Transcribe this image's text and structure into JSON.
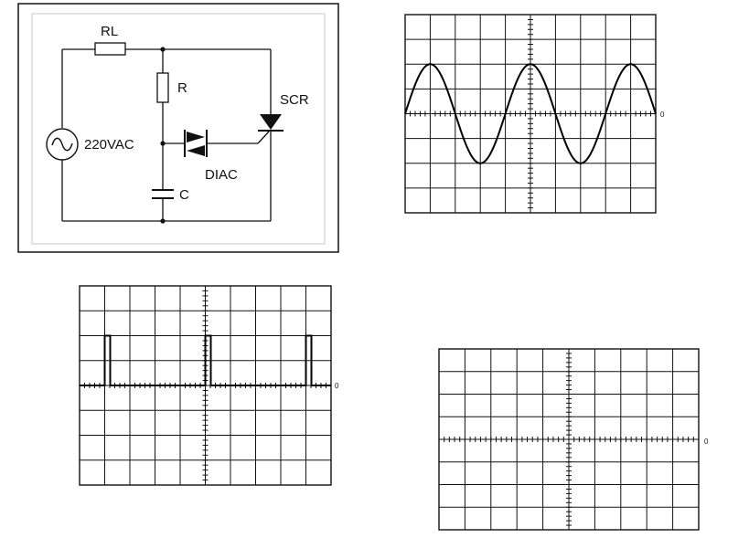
{
  "circuit": {
    "labels": {
      "rl": "RL",
      "r": "R",
      "scr": "SCR",
      "source": "220VAC",
      "diac": "DIAC",
      "c": "C"
    }
  },
  "scopes": {
    "source_voltage": {
      "zero_label": "0",
      "waveform": "sine",
      "cycles": 2.5,
      "amplitude_divisions": 2
    },
    "gate_pulses": {
      "zero_label": "0",
      "waveform": "pulse-train",
      "pulse_count": 3,
      "amplitude_divisions": 2
    },
    "output": {
      "zero_label": "0",
      "waveform": "blank"
    }
  },
  "colors": {
    "ink": "#111111",
    "background": "#ffffff",
    "panel_border": "#333333"
  }
}
